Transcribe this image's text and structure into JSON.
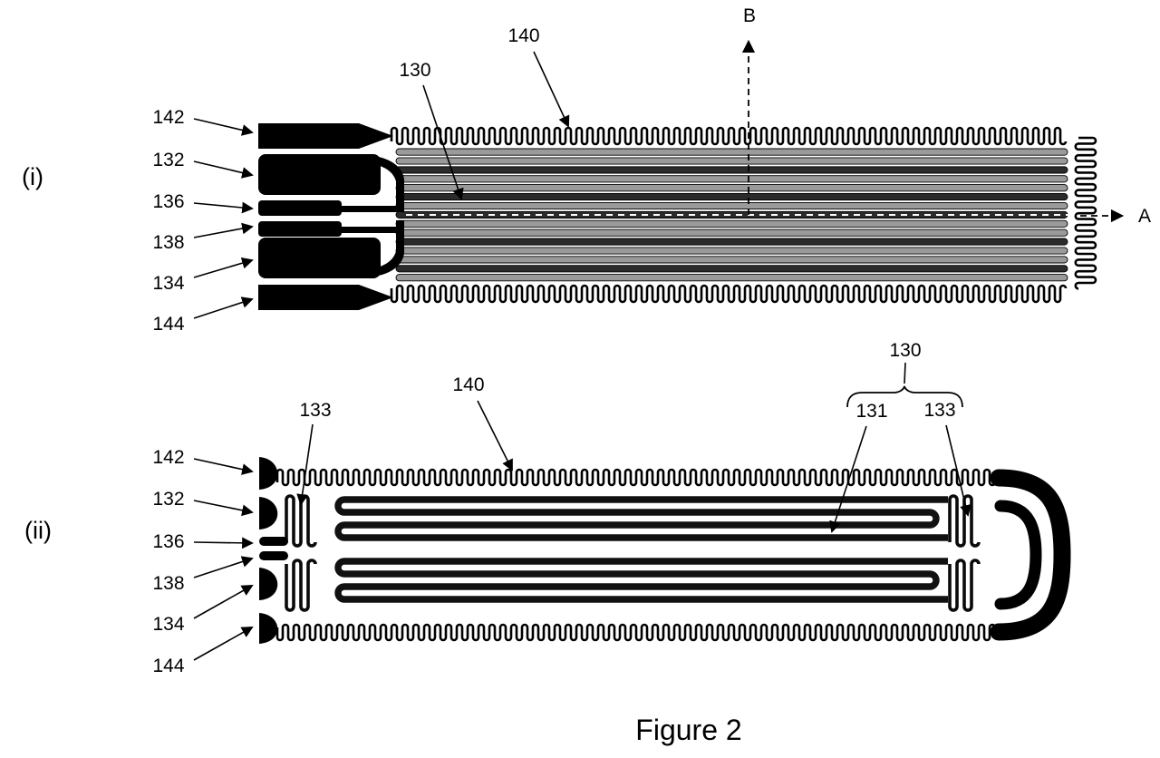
{
  "figure_caption": "Figure 2",
  "colors": {
    "ink": "#000000",
    "background": "#ffffff",
    "stripe_gray": "#9a9a9a",
    "stripe_dark": "#2b2b2b",
    "trace_black": "#111111"
  },
  "diagram_i": {
    "index_label": "(i)",
    "pad_labels": [
      "142",
      "132",
      "136",
      "138",
      "134",
      "144"
    ],
    "body_callout": "130",
    "edge_callout": "140",
    "section_b": "B",
    "section_a": "A"
  },
  "diagram_ii": {
    "index_label": "(ii)",
    "pad_labels": [
      "142",
      "132",
      "136",
      "138",
      "134",
      "144"
    ],
    "left_serpentine_callout": "133",
    "edge_callout": "140",
    "group_callout": "130",
    "trace_callout": "131",
    "right_serpentine_callout": "133"
  }
}
